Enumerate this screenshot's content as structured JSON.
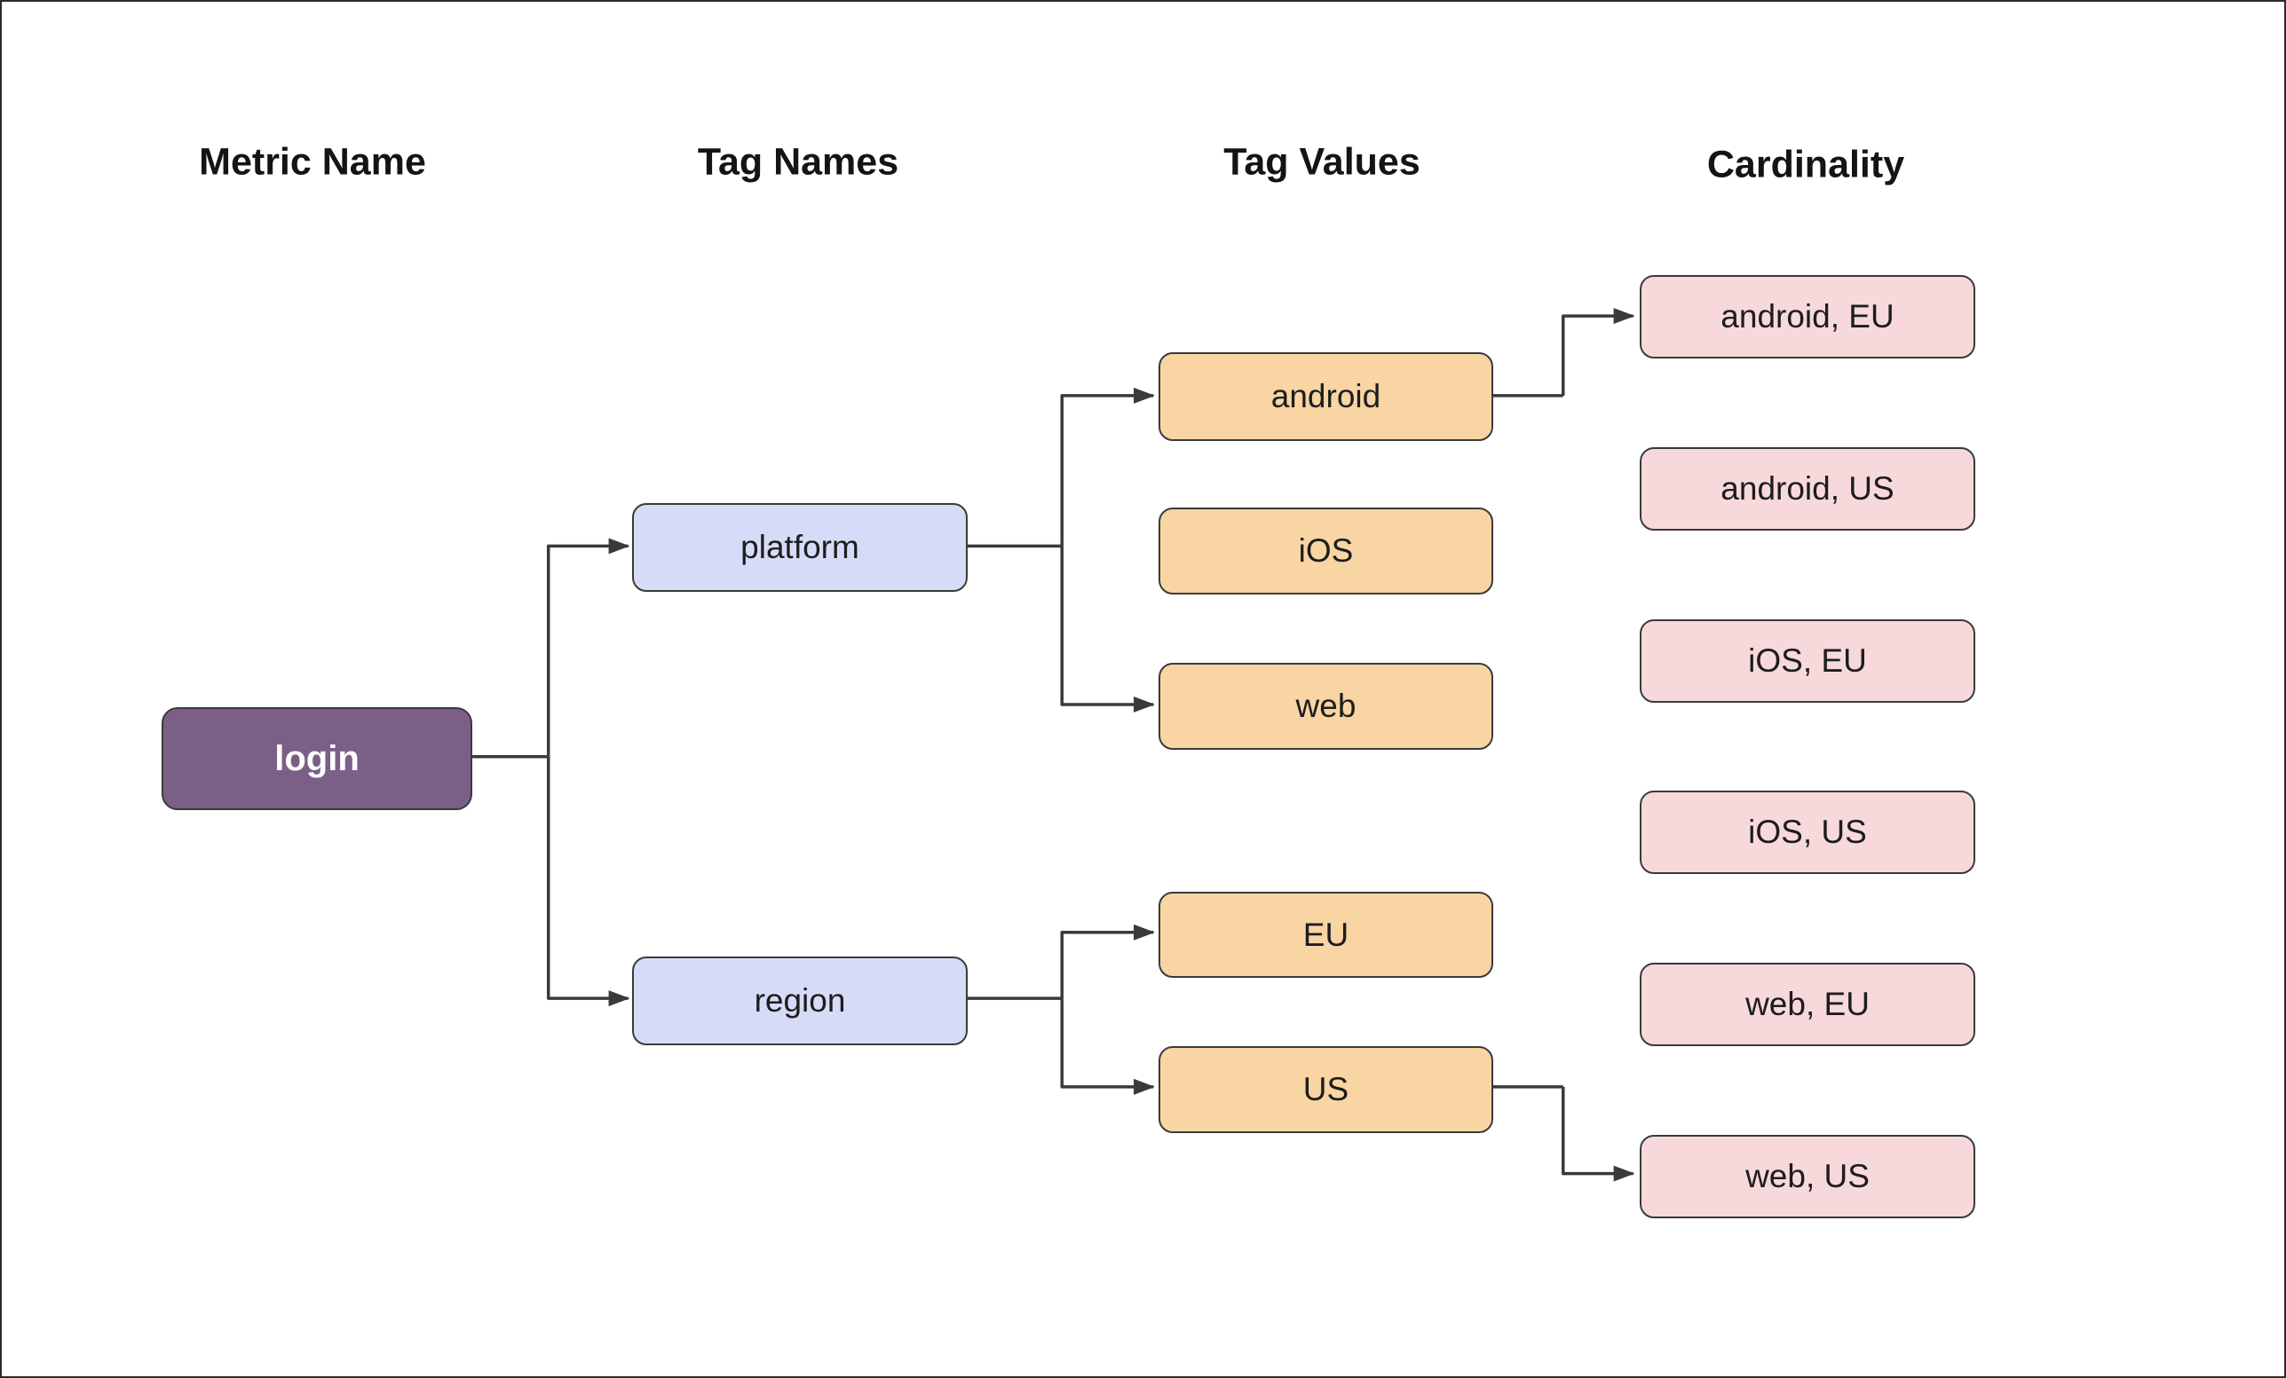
{
  "columns": [
    {
      "label": "Metric Name"
    },
    {
      "label": "Tag Names"
    },
    {
      "label": "Tag Values"
    },
    {
      "label": "Cardinality"
    }
  ],
  "nodes": {
    "login": {
      "label": "login",
      "column": "Metric Name"
    },
    "platform": {
      "label": "platform",
      "column": "Tag Names"
    },
    "region": {
      "label": "region",
      "column": "Tag Names"
    },
    "android": {
      "label": "android",
      "column": "Tag Values"
    },
    "ios": {
      "label": "iOS",
      "column": "Tag Values"
    },
    "web": {
      "label": "web",
      "column": "Tag Values"
    },
    "eu": {
      "label": "EU",
      "column": "Tag Values"
    },
    "us": {
      "label": "US",
      "column": "Tag Values"
    },
    "android_eu": {
      "label": "android, EU",
      "column": "Cardinality"
    },
    "android_us": {
      "label": "android, US",
      "column": "Cardinality"
    },
    "ios_eu": {
      "label": "iOS, EU",
      "column": "Cardinality"
    },
    "ios_us": {
      "label": "iOS, US",
      "column": "Cardinality"
    },
    "web_eu": {
      "label": "web, EU",
      "column": "Cardinality"
    },
    "web_us": {
      "label": "web, US",
      "column": "Cardinality"
    }
  },
  "edges": [
    {
      "from": "login",
      "to": "platform"
    },
    {
      "from": "login",
      "to": "region"
    },
    {
      "from": "platform",
      "to": "android"
    },
    {
      "from": "platform",
      "to": "web"
    },
    {
      "from": "region",
      "to": "eu"
    },
    {
      "from": "region",
      "to": "us"
    },
    {
      "from": "android",
      "to": "android_eu"
    },
    {
      "from": "us",
      "to": "web_us"
    }
  ],
  "colors": {
    "metric_fill": "#7C5F87",
    "metric_text": "#FFFFFF",
    "tag_name_fill": "#D6DCF8",
    "tag_value_fill": "#F8D5A3",
    "cardinality_fill": "#F8D9DB",
    "node_border": "#3A3A3A",
    "connector": "#3A3A3A",
    "text": "#1D1D1D",
    "background": "#FFFFFF"
  }
}
